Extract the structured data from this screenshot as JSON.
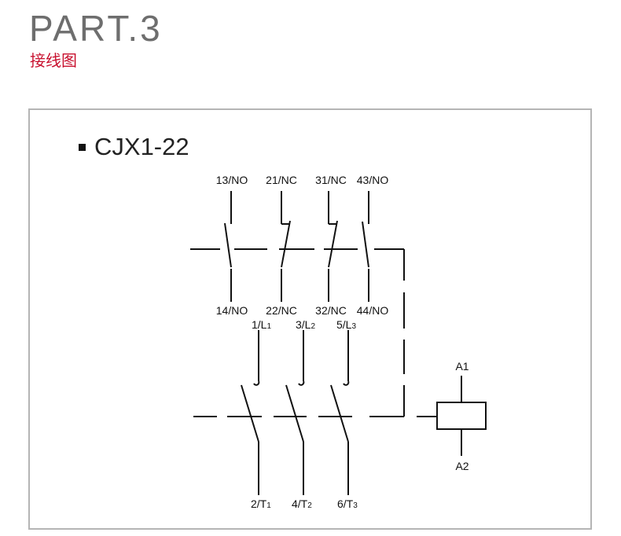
{
  "header": {
    "part_title": "PART.3",
    "subtitle": "接线图"
  },
  "panel": {
    "model_name": "CJX1-22"
  },
  "aux_contacts": {
    "top": [
      "13/NO",
      "21/NC",
      "31/NC",
      "43/NO"
    ],
    "bottom": [
      "14/NO",
      "22/NC",
      "32/NC",
      "44/NO"
    ]
  },
  "main_contacts": {
    "top": [
      {
        "num": "1/L",
        "sub": "1"
      },
      {
        "num": "3/L",
        "sub": "2"
      },
      {
        "num": "5/L",
        "sub": "3"
      }
    ],
    "bottom": [
      {
        "num": "2/T",
        "sub": "1"
      },
      {
        "num": "4/T",
        "sub": "2"
      },
      {
        "num": "6/T",
        "sub": "3"
      }
    ]
  },
  "coil": {
    "top_label": "A1",
    "bottom_label": "A2"
  },
  "colors": {
    "accent": "#c8102e",
    "title_gray": "#6e6e6e",
    "border": "#b5b5b5",
    "line": "#111111"
  }
}
